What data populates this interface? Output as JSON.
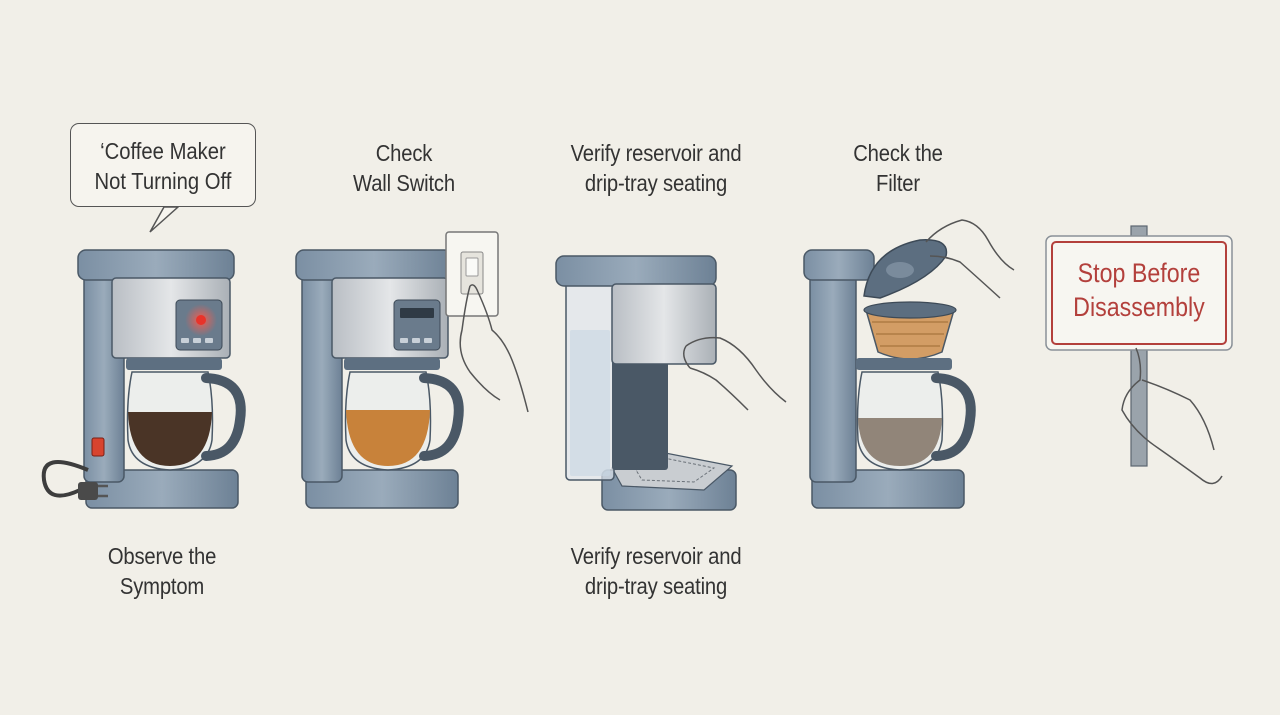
{
  "steps": [
    {
      "lines": [
        "‘Coffee Maker",
        "Not Turning Off"
      ]
    },
    {
      "lines": [
        "Check",
        "Wall Switch"
      ]
    },
    {
      "lines": [
        "Verify reservoir and",
        "drip-tray seating"
      ]
    },
    {
      "lines": [
        "Check the",
        "Filter"
      ]
    }
  ],
  "bottom_labels": [
    {
      "lines": [
        "Observe the",
        "Symptom"
      ]
    },
    {
      "lines": [
        "Verify reservoir and",
        "drip-tray seating"
      ]
    }
  ],
  "sign": {
    "lines": [
      "Stop Before",
      "Disassembly"
    ]
  },
  "colors": {
    "background": "#f1efe8",
    "machine_blue": "#8a9db0",
    "machine_dark": "#5c6e80",
    "steel": "#c9cdd1",
    "coffee_dark": "#4a3426",
    "coffee_amber": "#c8823a",
    "indicator_red": "#e8332a",
    "sign_red": "#b3403c"
  },
  "icons": [
    "power-plug-icon",
    "wall-switch-icon",
    "hand-icon",
    "stop-sign-icon"
  ]
}
